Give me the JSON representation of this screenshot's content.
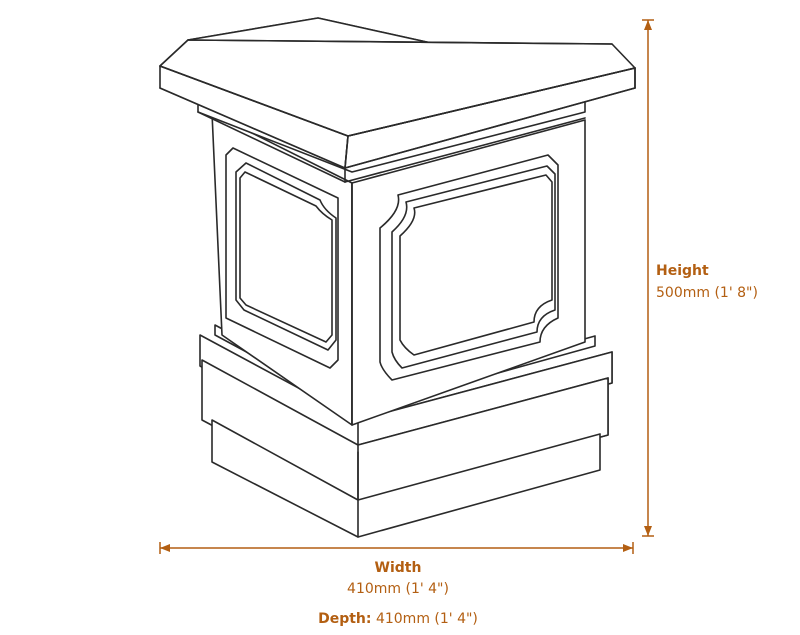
{
  "dimensions": {
    "height": {
      "label": "Height",
      "value": "500mm (1' 8\")"
    },
    "width": {
      "label": "Width",
      "value": "410mm (1' 4\")"
    },
    "depth": {
      "label": "Depth:",
      "value": "410mm (1' 4\")"
    }
  },
  "colors": {
    "accent": "#b35f12",
    "line": "#2a2a2a",
    "background": "#ffffff"
  }
}
